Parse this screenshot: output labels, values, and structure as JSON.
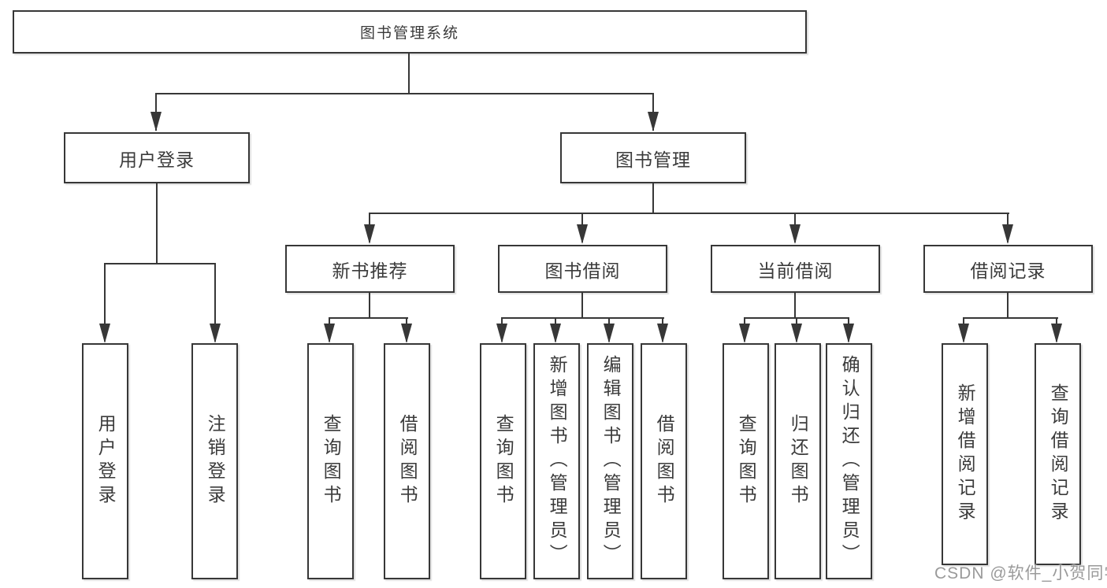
{
  "nodes": {
    "root": "图书管理系统",
    "user_login": "用户登录",
    "book_mgmt": "图书管理",
    "new_book_rec": "新书推荐",
    "book_borrow": "图书借阅",
    "current_borrow": "当前借阅",
    "borrow_records": "借阅记录",
    "leaf_user_login": "用户登录",
    "leaf_logout": "注销登录",
    "leaf_nb_query": "查询图书",
    "leaf_nb_borrow": "借阅图书",
    "leaf_bb_query": "查询图书",
    "leaf_bb_add": "新增图书（管理员）",
    "leaf_bb_edit": "编辑图书（管理员）",
    "leaf_bb_borrow": "借阅图书",
    "leaf_cb_query": "查询图书",
    "leaf_cb_return": "归还图书",
    "leaf_cb_confirm": "确认归还（管理员）",
    "leaf_br_add": "新增借阅记录",
    "leaf_br_query": "查询借阅记录"
  },
  "hierarchy": {
    "图书管理系统": {
      "用户登录": [
        "用户登录",
        "注销登录"
      ],
      "图书管理": {
        "新书推荐": [
          "查询图书",
          "借阅图书"
        ],
        "图书借阅": [
          "查询图书",
          "新增图书（管理员）",
          "编辑图书（管理员）",
          "借阅图书"
        ],
        "当前借阅": [
          "查询图书",
          "归还图书",
          "确认归还（管理员）"
        ],
        "借阅记录": [
          "新增借阅记录",
          "查询借阅记录"
        ]
      }
    }
  },
  "watermark": "CSDN @软件_小贺同学",
  "colors": {
    "line": "#373737",
    "text": "#3b3b3b",
    "watermark": "#9a9a9a",
    "background": "#ffffff"
  }
}
